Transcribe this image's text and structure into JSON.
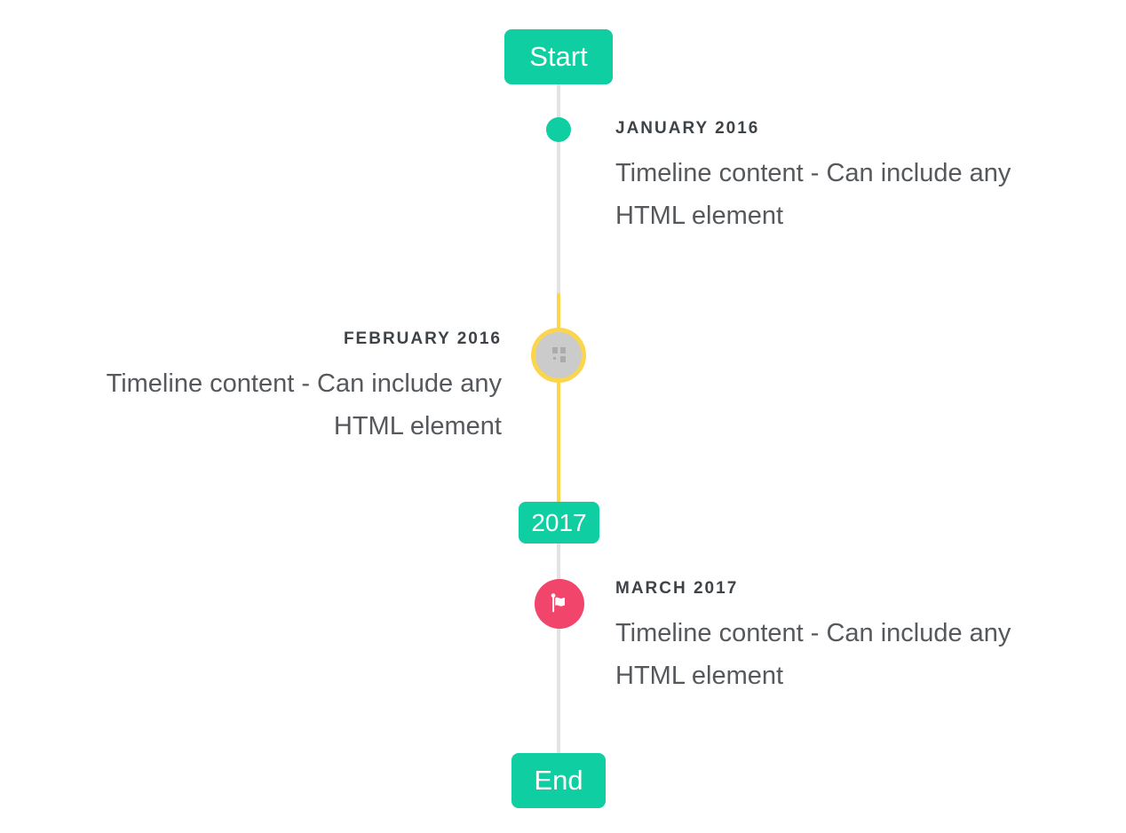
{
  "timeline": {
    "start_label": "Start",
    "end_label": "End",
    "year_label": "2017",
    "items": [
      {
        "title": "JANUARY 2016",
        "content": "Timeline content - Can include any HTML element",
        "side": "right",
        "marker": "teal-dot"
      },
      {
        "title": "FEBRUARY 2016",
        "content": "Timeline content - Can include any HTML element",
        "side": "left",
        "marker": "gray-circle-yellow-ring-broken-image"
      },
      {
        "title": "MARCH 2017",
        "content": "Timeline content - Can include any HTML element",
        "side": "right",
        "marker": "red-circle-flag-icon"
      }
    ],
    "colors": {
      "accent_teal": "#0fcea2",
      "line_gray": "#e3e3e3",
      "highlight_yellow": "#fbd54c",
      "marker_gray": "#cbcbcb",
      "marker_red": "#f2456b",
      "title_text": "#3e4348",
      "content_text": "#55585c",
      "badge_text": "#ffffff",
      "background": "#ffffff"
    }
  }
}
